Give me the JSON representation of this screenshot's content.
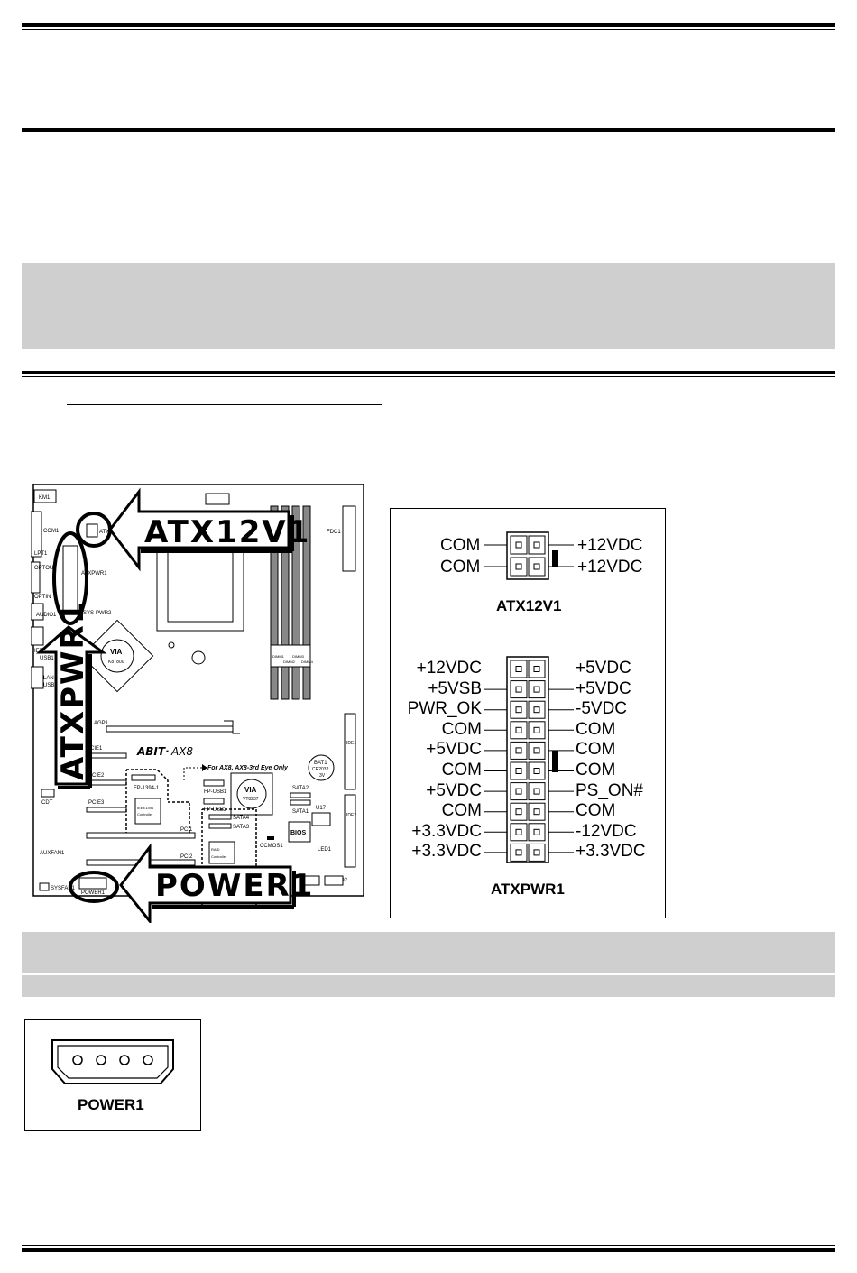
{
  "board": {
    "callout_atx12v": "ATX12V1",
    "callout_atxpwr": "ATXPWR1",
    "callout_power": "POWER1",
    "brand": "ABIT·",
    "model": "AX8",
    "note": "For AX8, AX8-3rd Eye Only",
    "labels": {
      "km1": "KM1",
      "com1": "COM1",
      "lpt1": "LPT1",
      "optout": "OPTOUT",
      "optin": "OPTIN",
      "audio1": "AUDIO1",
      "ieee1394": "IEEE1394",
      "usb1": "USB1",
      "lan": "LAN",
      "usb2": "USB2",
      "atxpwr1": "ATXPWR1",
      "atx12v1": "ATX12V1",
      "sys_pwr2": "SYS-PWR2",
      "fdc1": "FDC1",
      "via_top": "VIA",
      "k8t800": "K8T800",
      "via_south": "VIA",
      "vt8237": "VT8237",
      "agp": "AGP1",
      "pcie1": "PCIE1",
      "pcie2": "PCIE2",
      "pcie3": "PCIE3",
      "pci1": "PCI1",
      "pci2": "PCI2",
      "fp1394": "FP-1394-1",
      "fpusb1": "FP-USB1",
      "fpusb2": "FP-USB2",
      "ieee_ctrl1": "IEEE1394",
      "ieee_ctrl2": "Controller",
      "raid1": "RAID",
      "raid2": "Controller",
      "sata1": "SATA1",
      "sata2": "SATA2",
      "sata3": "SATA3",
      "sata4": "SATA4",
      "bat1": "BAT1",
      "cr2032": "CR2032",
      "v3": "3V",
      "u17": "U17",
      "bios": "BIOS",
      "led1": "LED1",
      "led2": "LED2",
      "ide1": "IDE1",
      "ide2": "IDE2",
      "ccmos1": "CCMOS1",
      "cdt": "CDT",
      "auxfan1": "AUXFAN1",
      "sysfan": "SYSFAN1",
      "power1": "POWER1",
      "dimm1": "DIMM1",
      "dimm2": "DIMM2",
      "dimm3": "DIMM3",
      "dimm4": "DIMM4"
    }
  },
  "atx12v": {
    "title": "ATX12V1",
    "left": [
      "COM",
      "COM"
    ],
    "right": [
      "+12VDC",
      "+12VDC"
    ]
  },
  "atxpwr": {
    "title": "ATXPWR1",
    "left": [
      "+12VDC",
      "+5VSB",
      "PWR_OK",
      "COM",
      "+5VDC",
      "COM",
      "+5VDC",
      "COM",
      "+3.3VDC",
      "+3.3VDC"
    ],
    "right": [
      "+5VDC",
      "+5VDC",
      "-5VDC",
      "COM",
      "COM",
      "COM",
      "PS_ON#",
      "COM",
      "-12VDC",
      "+3.3VDC"
    ]
  },
  "power1": {
    "title": "POWER1"
  }
}
